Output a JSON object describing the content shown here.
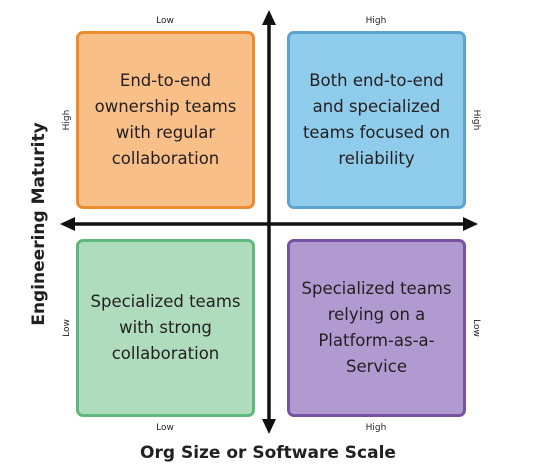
{
  "quadrants": {
    "top_left": "End-to-end ownership teams with regular collaboration",
    "top_right": "Both end-to-end and specialized teams focused on reliability",
    "bottom_left": "Specialized teams with strong collaboration",
    "bottom_right": "Specialized teams relying on a Platform-as-a-Service"
  },
  "ticks": {
    "top_left": "Low",
    "top_right": "High",
    "bottom_left": "Low",
    "bottom_right": "High",
    "left_upper": "High",
    "left_lower": "Low",
    "right_upper": "High",
    "right_lower": "Low"
  },
  "axes": {
    "x_title": "Org Size or Software Scale",
    "y_title": "Engineering Maturity"
  },
  "colors": {
    "top_left": "#f9bf89",
    "top_right": "#8fcbea",
    "bottom_left": "#aedcbd",
    "bottom_right": "#b19ad0",
    "axis": "#111111"
  }
}
